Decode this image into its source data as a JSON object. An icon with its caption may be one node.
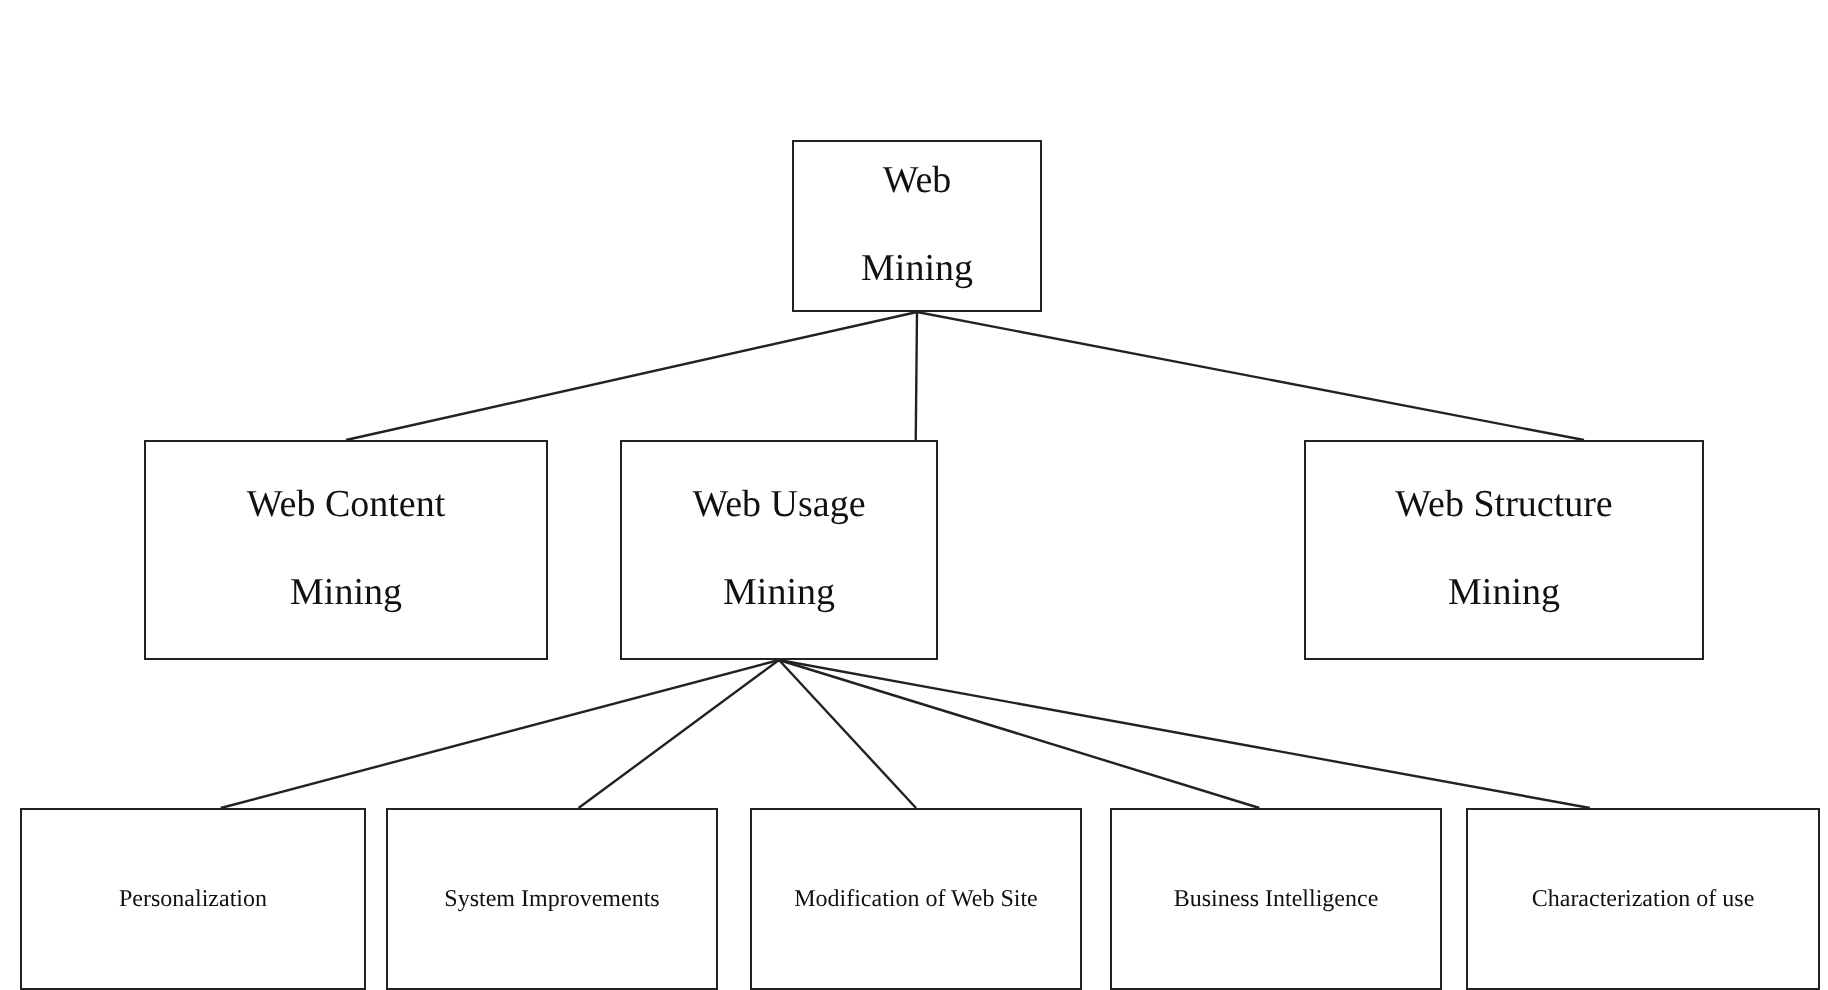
{
  "diagram": {
    "nodes": [
      {
        "text": [
          "Web Mining"
        ]
      },
      {
        "text": [
          "Web Content Mining"
        ]
      },
      {
        "text": [
          "Web Usage Mining"
        ]
      },
      {
        "text": [
          "Web Structure Mining"
        ]
      },
      {
        "text": [
          "Personalization"
        ]
      },
      {
        "text": [
          "System Improvements"
        ]
      },
      {
        "text": [
          "Modification of Web Site"
        ]
      },
      {
        "text": [
          "Business Intelligence"
        ]
      },
      {
        "text": [
          "Characterization of use"
        ]
      }
    ],
    "edges": [
      {
        "from": 0,
        "to": 1,
        "arrow": "none"
      },
      {
        "from": 0,
        "to": 2,
        "arrow": "none"
      },
      {
        "from": 0,
        "to": 3,
        "arrow": "none"
      },
      {
        "from": 2,
        "to": 4,
        "arrow": "none"
      },
      {
        "from": 2,
        "to": 5,
        "arrow": "none"
      },
      {
        "from": 2,
        "to": 6,
        "arrow": "none"
      },
      {
        "from": 2,
        "to": 7,
        "arrow": "none"
      },
      {
        "from": 2,
        "to": 8,
        "arrow": "none"
      }
    ]
  }
}
